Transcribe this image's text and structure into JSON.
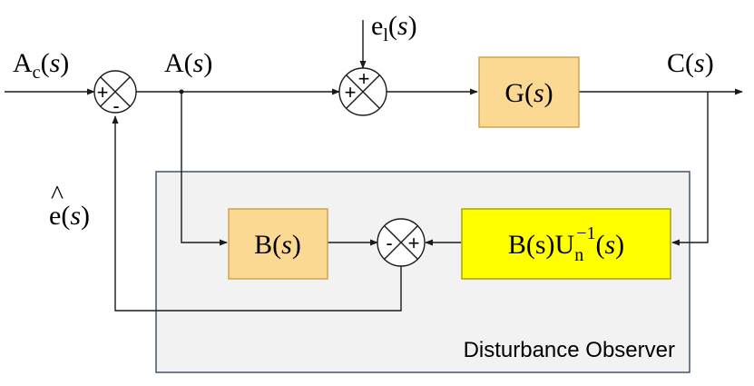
{
  "signals": {
    "input_ref": {
      "base": "A",
      "sub": "c",
      "arg": "s"
    },
    "a_signal": {
      "base": "A",
      "arg": "s"
    },
    "disturbance": {
      "base": "e",
      "sub": "l",
      "arg": "s"
    },
    "output": {
      "base": "C",
      "arg": "s"
    },
    "estimate": {
      "hat": "^",
      "base": "e",
      "arg": "s"
    }
  },
  "blocks": {
    "plant": {
      "base": "G",
      "arg": "s"
    },
    "nominal_b": {
      "base": "B",
      "arg": "s"
    },
    "inverse": {
      "prefix": "B(s)U",
      "sub": "n",
      "sup": "−1",
      "arg": "s"
    }
  },
  "summers": {
    "sum1": {
      "signs": [
        "+",
        "-"
      ]
    },
    "sum2": {
      "signs": [
        "+",
        "+"
      ]
    },
    "sum3": {
      "signs": [
        "-",
        "+"
      ]
    }
  },
  "observer": {
    "caption": "Disturbance Observer"
  },
  "colors": {
    "observer_fill": "#f2f2f2",
    "observer_border": "#44546a",
    "block_fill": "#fcd992",
    "block_border": "#c9a14a",
    "inverse_fill": "#ffff00",
    "inverse_border": "#a0a000",
    "wire": "#1a1a1a"
  }
}
